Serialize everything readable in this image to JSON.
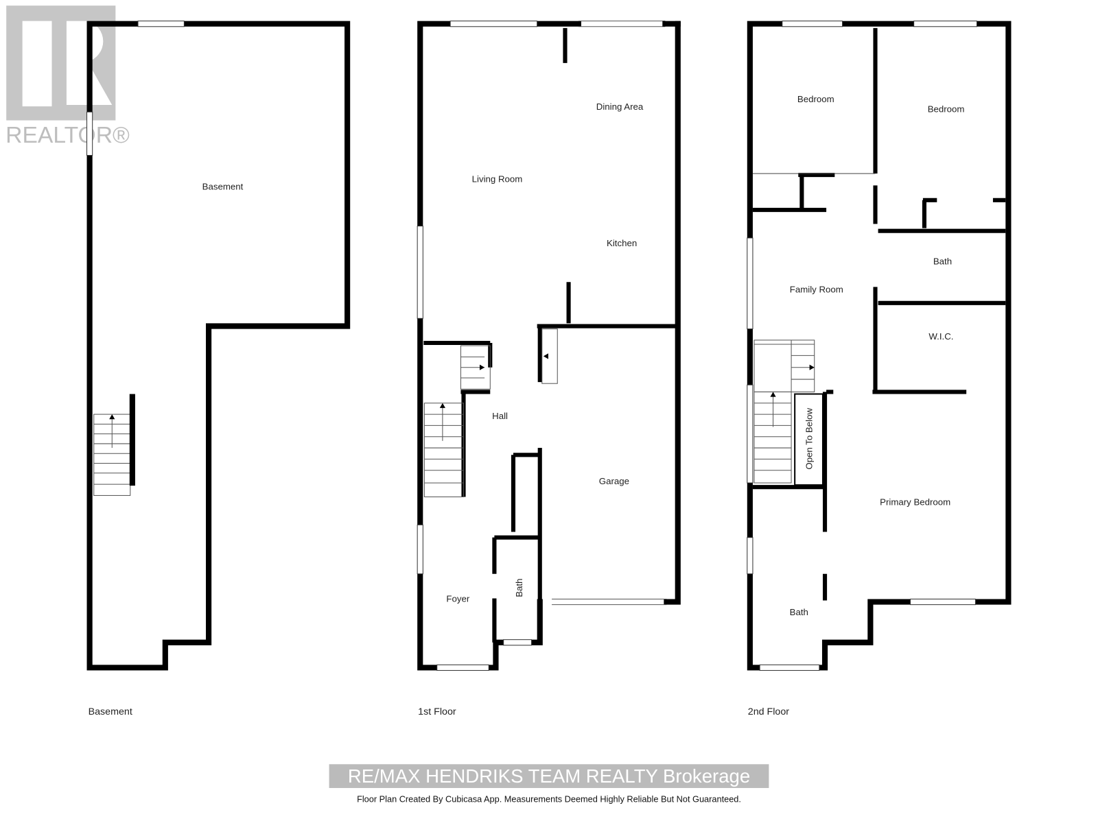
{
  "logo": {
    "text": "REALTOR®"
  },
  "floors": [
    {
      "caption": "Basement",
      "rooms": [
        "Basement"
      ]
    },
    {
      "caption": "1st Floor",
      "rooms": [
        "Living Room",
        "Dining Area",
        "Kitchen",
        "Hall",
        "Garage",
        "Foyer",
        "Bath"
      ]
    },
    {
      "caption": "2nd Floor",
      "rooms": [
        "Bedroom",
        "Bedroom",
        "Family Room",
        "Bath",
        "W.I.C.",
        "Open To Below",
        "Primary Bedroom",
        "Bath"
      ]
    }
  ],
  "watermark": "RE/MAX HENDRIKS TEAM REALTY Brokerage",
  "footer": "Floor Plan Created By Cubicasa App. Measurements Deemed Highly Reliable But Not Guaranteed."
}
